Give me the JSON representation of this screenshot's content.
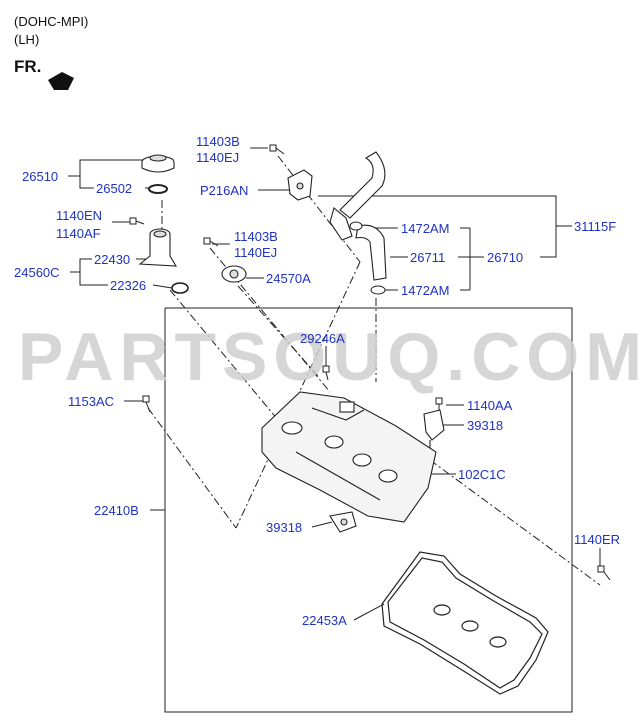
{
  "header": {
    "engine": "(DOHC-MPI)",
    "side": "(LH)",
    "front_label": "FR."
  },
  "watermark": "PARTSOUQ.COM",
  "parts": {
    "p26510": "26510",
    "p26502": "26502",
    "p1140EN": "1140EN",
    "p1140AF": "1140AF",
    "p24560C": "24560C",
    "p22430": "22430",
    "p22326": "22326",
    "p11403B_a": "11403B",
    "p1140EJ_a": "1140EJ",
    "pP216AN": "P216AN",
    "p11403B_b": "11403B",
    "p1140EJ_b": "1140EJ",
    "p24570A": "24570A",
    "p1472AM_a": "1472AM",
    "p26711": "26711",
    "p26710": "26710",
    "p31115F": "31115F",
    "p1472AM_b": "1472AM",
    "p29246A": "29246A",
    "p1153AC": "1153AC",
    "p1140AA": "1140AA",
    "p39318_a": "39318",
    "p102C1C": "102C1C",
    "p22410B": "22410B",
    "p39318_b": "39318",
    "p1140ER": "1140ER",
    "p22453A": "22453A"
  }
}
